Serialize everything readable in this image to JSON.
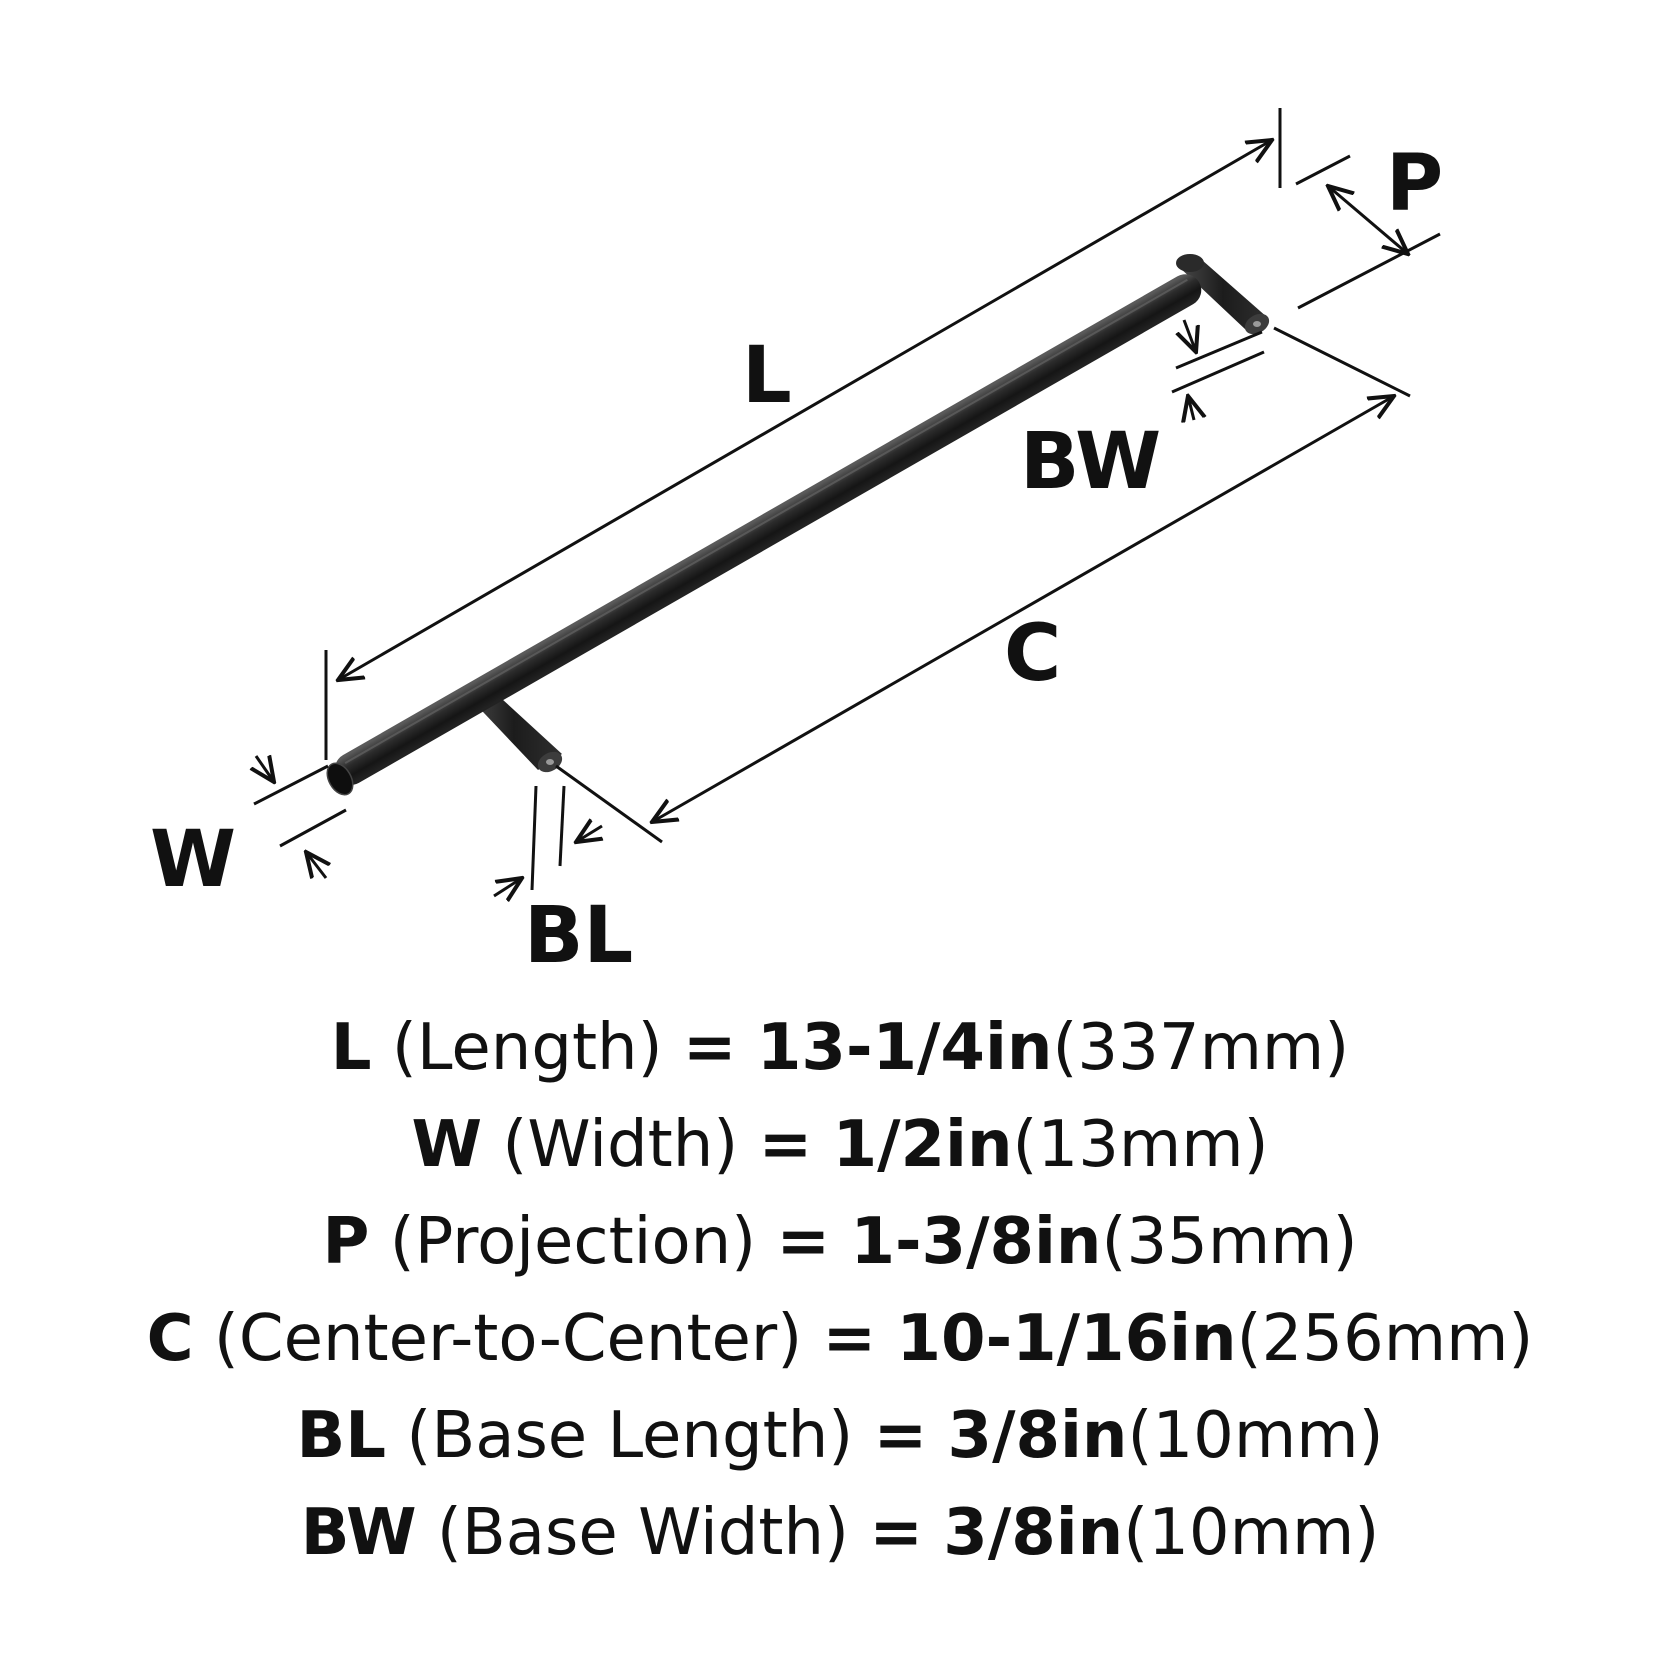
{
  "dimension_labels": {
    "L": "L",
    "P": "P",
    "BW": "BW",
    "C": "C",
    "W": "W",
    "BL": "BL"
  },
  "specs": [
    {
      "code": "L",
      "name": "(Length)",
      "imperial": "13-1/4in",
      "metric": "(337mm)"
    },
    {
      "code": "W",
      "name": "(Width)",
      "imperial": "1/2in",
      "metric": "(13mm)"
    },
    {
      "code": "P",
      "name": "(Projection)",
      "imperial": "1-3/8in",
      "metric": "(35mm)"
    },
    {
      "code": "C",
      "name": "(Center-to-Center)",
      "imperial": "10-1/16in",
      "metric": "(256mm)"
    },
    {
      "code": "BL",
      "name": "(Base Length)",
      "imperial": "3/8in",
      "metric": "(10mm)"
    },
    {
      "code": "BW",
      "name": "(Base Width)",
      "imperial": "3/8in",
      "metric": "(10mm)"
    }
  ],
  "equals_sign": "=",
  "colors": {
    "line": "#111111",
    "handle_dark": "#1a1a1a",
    "handle_mid": "#3a3a3a",
    "handle_highlight": "#6a6a6a",
    "background": "#ffffff"
  }
}
